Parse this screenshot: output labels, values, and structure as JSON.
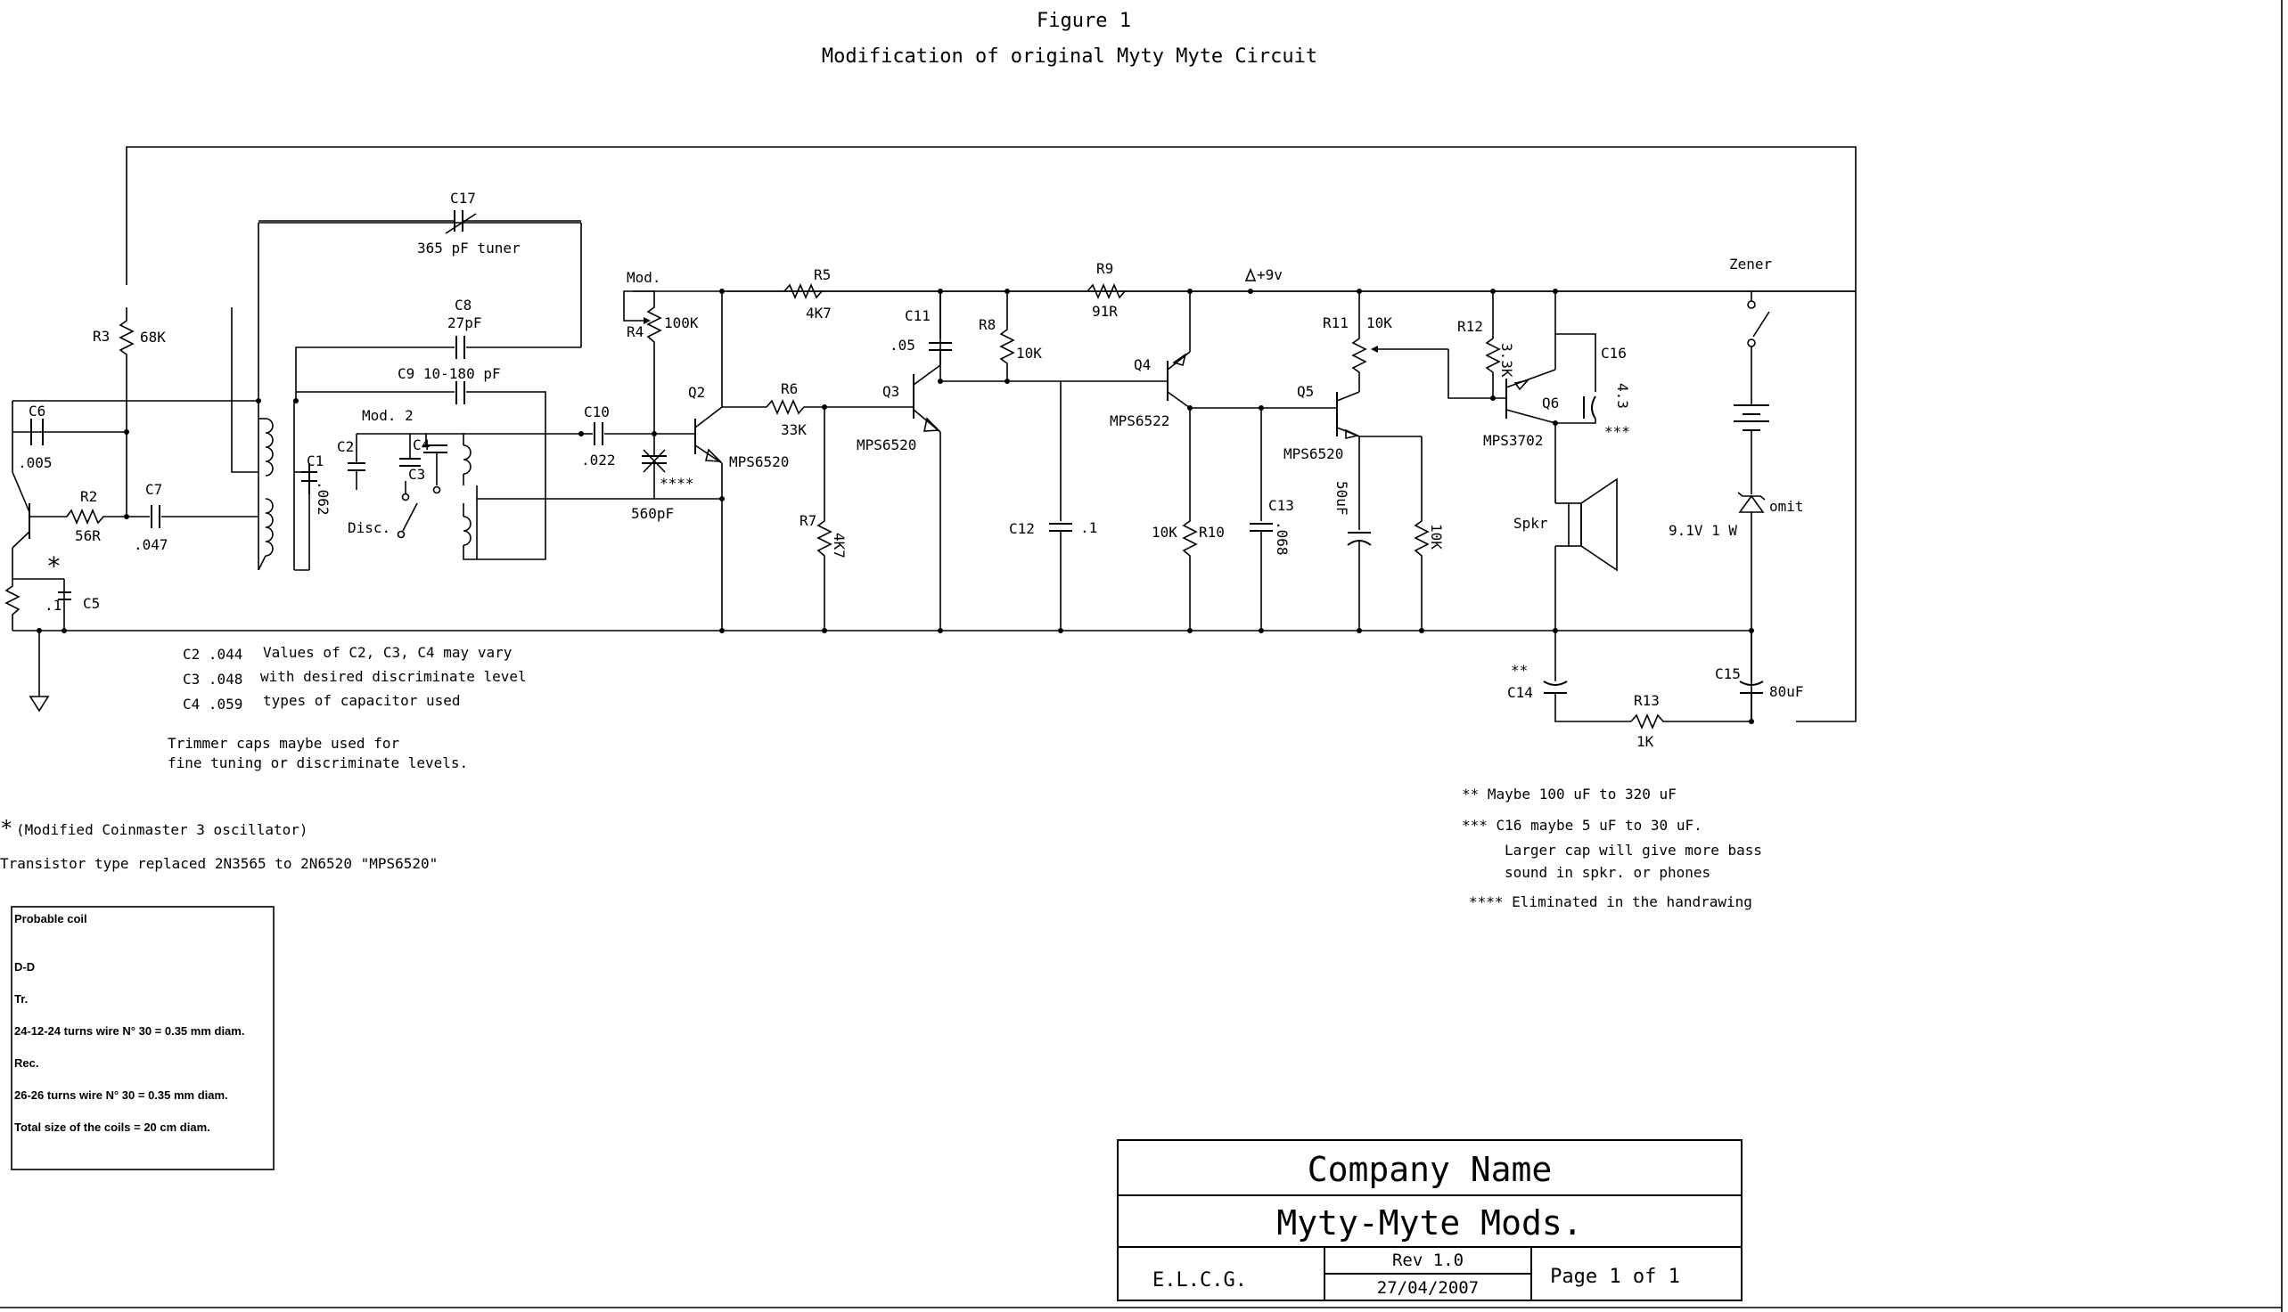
{
  "header": {
    "figure": "Figure 1",
    "title": "Modification of original Myty Myte Circuit"
  },
  "components": {
    "c17": "C17",
    "c17_val": "365 pF tuner",
    "c8": "C8",
    "c8_val": "27pF",
    "c9": "C9 10-180 pF",
    "mod": "Mod.",
    "mod2": "Mod. 2",
    "r4": "R4",
    "r4_val": "100K",
    "r3": "R3",
    "r3_val": "68K",
    "r5": "R5",
    "r5_val": "4K7",
    "r9": "R9",
    "r9_val": "91R",
    "supply": "+9v",
    "zener": "Zener",
    "c6": "C6",
    "c6_val": ".005",
    "r2": "R2",
    "r2_val": "56R",
    "c7": "C7",
    "c7_val": ".047",
    "c1": "C1",
    "c1_val": ".062",
    "c2": "C2",
    "c3": "C3",
    "c4": "C4",
    "disc": "Disc.",
    "c10": "C10",
    "c10_val": ".022",
    "trim_val": "560pF",
    "stars4": "****",
    "q2": "Q2",
    "q2_type": "MPS6520",
    "r6": "R6",
    "r6_val": "33K",
    "q3": "Q3",
    "q3_type": "MPS6520",
    "r7": "R7",
    "r7_val": "4K7",
    "c11": "C11",
    "c11_val": ".05",
    "r8": "R8",
    "r8_val": "10K",
    "c12": "C12",
    "c12_val": ".1",
    "q4": "Q4",
    "q4_type": "MPS6522",
    "r10": "R10",
    "r10_val": "10K",
    "c13": "C13",
    "c13_val": ".068",
    "r11": "R11",
    "r11_val": "10K",
    "q5": "Q5",
    "q5_type": "MPS6520",
    "c50": "50uF",
    "r_q5e": "10K",
    "r12": "R12",
    "r12_val": "3.3K",
    "q6": "Q6",
    "q6_type": "MPS3702",
    "c16": "C16",
    "c16_val": "4.3",
    "stars3": "***",
    "spkr": "Spkr",
    "zener_v": "9.1V 1 W",
    "omit": "omit",
    "c5": "C5",
    "c5_val": ".1",
    "star": "*",
    "c14": "C14",
    "stars2": "**",
    "c15": "C15",
    "c15_val": "80uF",
    "r13": "R13",
    "r13_val": "1K"
  },
  "notes": {
    "c2_val": "C2 .044",
    "c3_val": "C3 .048",
    "c4_val": "C4 .059",
    "cap_line1": "Values of C2, C3, C4 may vary",
    "cap_line2": "with desired discriminate level",
    "cap_line3": "types of capacitor used",
    "trim1": "Trimmer caps maybe used for",
    "trim2": "fine tuning or discriminate levels.",
    "osc": "(Modified Coinmaster 3 oscillator)",
    "transistor": "Transistor type replaced 2N3565 to 2N6520 \"MPS6520\"",
    "n2": "**  Maybe 100 uF to 320 uF",
    "n3a": "***  C16 maybe 5 uF to 30 uF.",
    "n3b": "Larger cap will give more bass",
    "n3c": "sound in spkr. or phones",
    "n4": "****  Eliminated in the handrawing"
  },
  "coil_box": {
    "title": "Probable coil",
    "dd": "D-D",
    "tr": "Tr.",
    "tr_spec": "24-12-24 turns wire N° 30 = 0.35 mm diam.",
    "rec": "Rec.",
    "rec_spec": "26-26 turns wire N° 30 = 0.35 mm diam.",
    "total": "Total size of the coils = 20 cm diam."
  },
  "title_block": {
    "company": "Company Name",
    "project": "Myty-Myte Mods.",
    "author": "E.L.C.G.",
    "rev": "Rev 1.0",
    "date": "27/04/2007",
    "page": "Page 1 of 1"
  }
}
